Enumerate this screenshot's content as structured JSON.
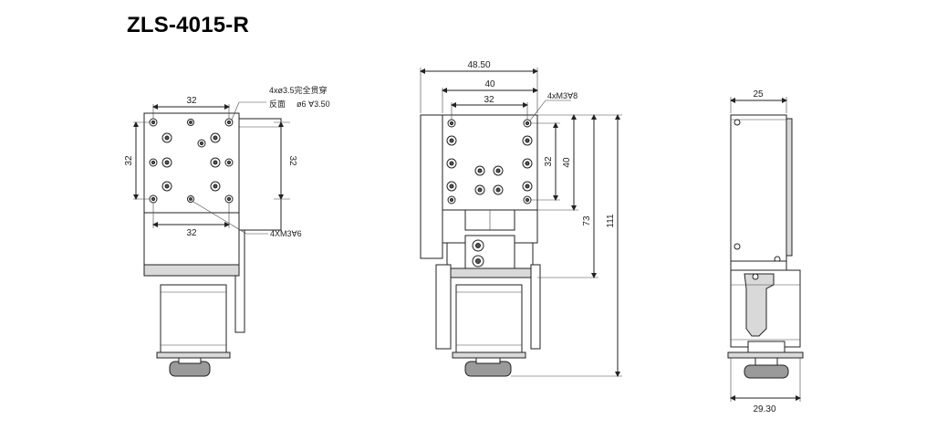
{
  "title": "ZLS-4015-R",
  "left_view": {
    "dim_top": "32",
    "dim_left": "32",
    "dim_right": "32",
    "dim_bottom": "32",
    "note_through_line1": "4xø3.5完全贯穿",
    "note_through_line2": "反面",
    "note_through_line2b": "ø6 ∀3.50",
    "note_tap": "4XM3∀6"
  },
  "front_view": {
    "dim_width_outer": "48.50",
    "dim_width_mid": "40",
    "dim_width_inner": "32",
    "note_tap": "4xM3∀8",
    "dim_v_inner": "32",
    "dim_v_mid": "40",
    "dim_v_73": "73",
    "dim_v_111": "111"
  },
  "side_view": {
    "dim_top": "25",
    "dim_bottom": "29.30"
  }
}
